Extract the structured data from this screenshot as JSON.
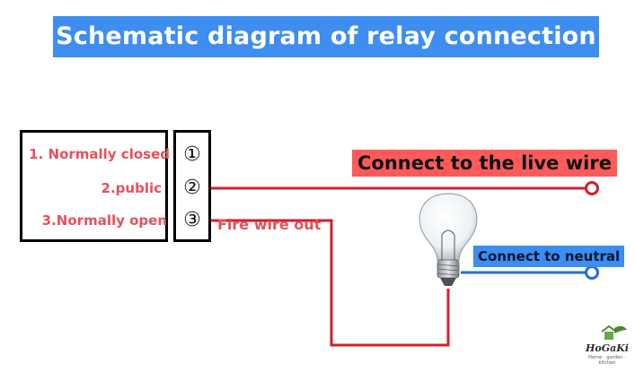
{
  "title": "Schematic diagram of relay connection",
  "terminals": [
    {
      "label": "1. Normally closed",
      "number": "①"
    },
    {
      "label": "2.public",
      "number": "②"
    },
    {
      "label": "3.Normally open",
      "number": "③"
    }
  ],
  "fire_wire_out": "Fire wire out",
  "live_wire_label": "Connect to the live wire",
  "neutral_label": "Connect to neutral",
  "logo": {
    "name": "HoGaKi",
    "tagline": "Home · garden · kitchen"
  },
  "colors": {
    "title_bg": "#3d8ef0",
    "live_wire": "#d0202c",
    "neutral_wire": "#1f6fd6",
    "label_text": "#e8505b",
    "live_tag_bg": "#ff5a5a",
    "neutral_tag_bg": "#3d8ef0"
  }
}
